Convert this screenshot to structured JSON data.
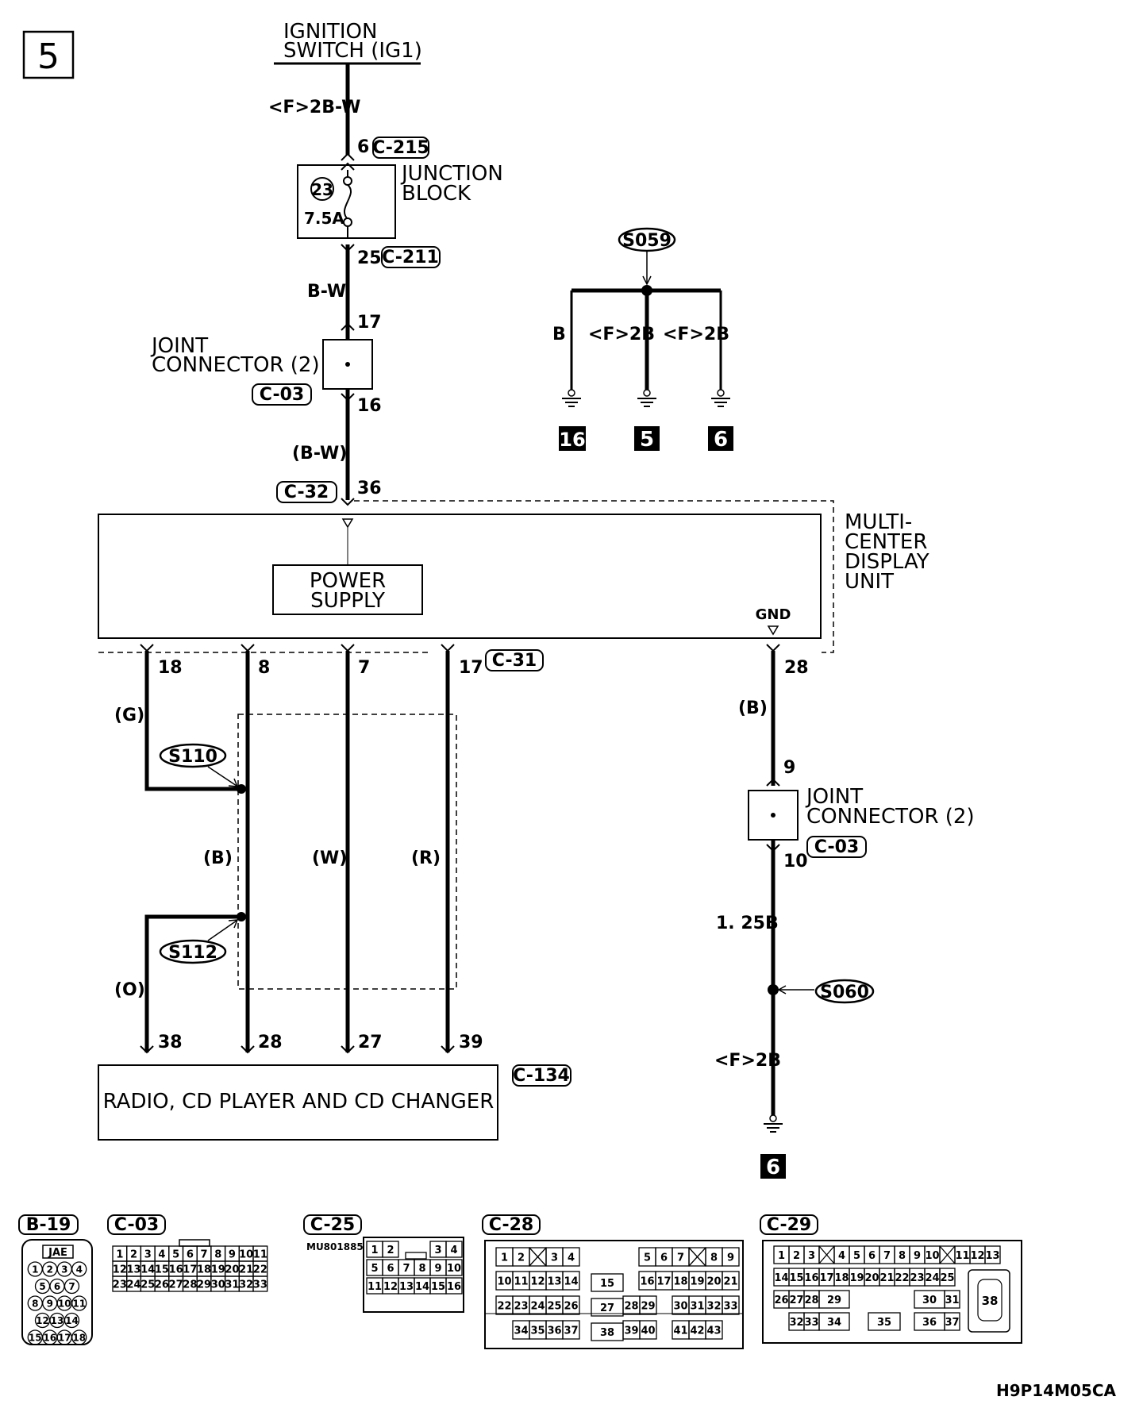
{
  "page_number": "5",
  "figure_code": "H9P14M05CA",
  "top": {
    "ignition_label_line1": "IGNITION",
    "ignition_label_line2": "SWITCH (IG1)",
    "wire_top": "<F>2B-W",
    "pin_jb_in": "6",
    "conn_jb_in": "C-215",
    "jb_label_line1": "JUNCTION",
    "jb_label_line2": "BLOCK",
    "fuse_no": "23",
    "fuse_rating": "7.5A",
    "pin_jb_out": "25",
    "conn_jb_out": "C-211",
    "wire_bw": "B-W",
    "pin_jc_in": "17",
    "jc_label_line1": "JOINT",
    "jc_label_line2": "CONNECTOR (2)",
    "conn_jc": "C-03",
    "pin_jc_out": "16",
    "wire_bw_paren": "(B-W)",
    "conn_mcdu_in": "C-32",
    "pin_mcdu_in": "36"
  },
  "ground_group": {
    "splice": "S059",
    "wire_a": "B",
    "wire_b": "<F>2B",
    "wire_c": "<F>2B",
    "ground_a": "16",
    "ground_b": "5",
    "ground_c": "6"
  },
  "mcdu": {
    "label_line1": "MULTI-",
    "label_line2": "CENTER",
    "label_line3": "DISPLAY",
    "label_line4": "UNIT",
    "power_line1": "POWER",
    "power_line2": "SUPPLY",
    "gnd": "GND",
    "conn_out": "C-31",
    "pins": [
      "18",
      "8",
      "7",
      "17"
    ],
    "pin_gnd": "28"
  },
  "lower_wires": {
    "g": "(G)",
    "b": "(B)",
    "w": "(W)",
    "r": "(R)",
    "o": "(O)",
    "splice_a": "S110",
    "splice_b": "S112"
  },
  "radio": {
    "label": "RADIO, CD PLAYER AND CD CHANGER",
    "conn": "C-134",
    "pins": [
      "38",
      "28",
      "27",
      "39"
    ]
  },
  "right_branch": {
    "wire_b": "(B)",
    "pin_jc_in": "9",
    "jc_label_line1": "JOINT",
    "jc_label_line2": "CONNECTOR (2)",
    "conn_jc": "C-03",
    "pin_jc_out": "10",
    "wire_125b": "1. 25B",
    "splice": "S060",
    "wire_f2b": "<F>2B",
    "ground": "6"
  },
  "connectors": {
    "b19": {
      "name": "B-19",
      "brand": "JAE",
      "rows": [
        [
          "1",
          "2",
          "3",
          "4"
        ],
        [
          "5",
          "6",
          "7"
        ],
        [
          "8",
          "9",
          "10",
          "11"
        ],
        [
          "12",
          "13",
          "14"
        ],
        [
          "15",
          "16",
          "17",
          "18"
        ]
      ]
    },
    "c03": {
      "name": "C-03",
      "rows": [
        [
          "1",
          "2",
          "3",
          "4",
          "5",
          "6",
          "7",
          "8",
          "9",
          "10",
          "11"
        ],
        [
          "12",
          "13",
          "14",
          "15",
          "16",
          "17",
          "18",
          "19",
          "20",
          "21",
          "22"
        ],
        [
          "23",
          "24",
          "25",
          "26",
          "27",
          "28",
          "29",
          "30",
          "31",
          "32",
          "33"
        ]
      ]
    },
    "c25": {
      "name": "C-25",
      "part_no": "MU801885",
      "rows": [
        [
          "1",
          "2",
          "",
          "",
          "3",
          "4"
        ],
        [
          "5",
          "6",
          "7",
          "8",
          "9",
          "10"
        ],
        [
          "11",
          "12",
          "13",
          "14",
          "15",
          "16"
        ]
      ]
    },
    "c28": {
      "name": "C-28",
      "cells": [
        "1",
        "2",
        "3",
        "4",
        "5",
        "6",
        "7",
        "8",
        "9",
        "10",
        "11",
        "12",
        "13",
        "14",
        "15",
        "16",
        "17",
        "18",
        "19",
        "20",
        "21",
        "22",
        "23",
        "24",
        "25",
        "26",
        "27",
        "28",
        "29",
        "30",
        "31",
        "32",
        "33",
        "34",
        "35",
        "36",
        "37",
        "38",
        "39",
        "40",
        "41",
        "42",
        "43"
      ]
    },
    "c29": {
      "name": "C-29",
      "cells": [
        "1",
        "2",
        "3",
        "4",
        "5",
        "6",
        "7",
        "8",
        "9",
        "10",
        "11",
        "12",
        "13",
        "14",
        "15",
        "16",
        "17",
        "18",
        "19",
        "20",
        "21",
        "22",
        "23",
        "24",
        "25",
        "26",
        "27",
        "28",
        "29",
        "30",
        "31",
        "32",
        "33",
        "34",
        "35",
        "36",
        "37",
        "38"
      ]
    }
  }
}
